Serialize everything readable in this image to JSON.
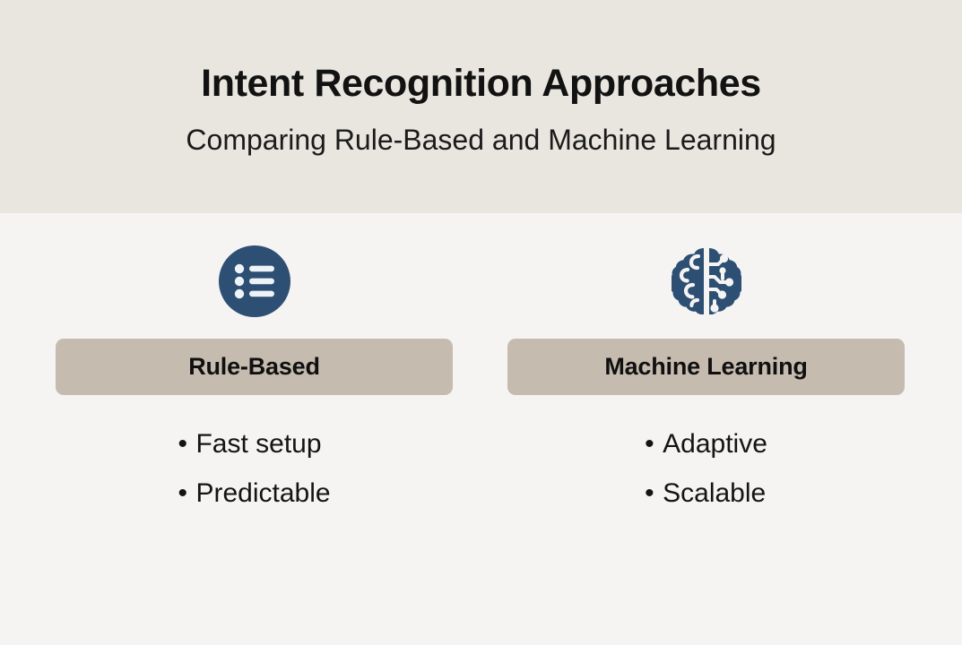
{
  "header": {
    "title": "Intent Recognition Approaches",
    "subtitle": "Comparing Rule-Based and Machine Learning",
    "background_color": "#e9e6df"
  },
  "theme": {
    "body_background": "#f5f4f2",
    "accent_navy": "#2c4f73",
    "label_bar_color": "#c6bbaf",
    "text_color": "#121212"
  },
  "columns": [
    {
      "id": "rule-based",
      "icon": "bulleted-list-icon",
      "label": "Rule-Based",
      "bullets": [
        {
          "marker": "•",
          "text": "Fast setup"
        },
        {
          "marker": "•",
          "text": "Predictable"
        }
      ]
    },
    {
      "id": "machine-learning",
      "icon": "brain-circuit-icon",
      "label": "Machine Learning",
      "bullets": [
        {
          "marker": "•",
          "text": "Adaptive"
        },
        {
          "marker": "•",
          "text": "Scalable"
        }
      ]
    }
  ]
}
